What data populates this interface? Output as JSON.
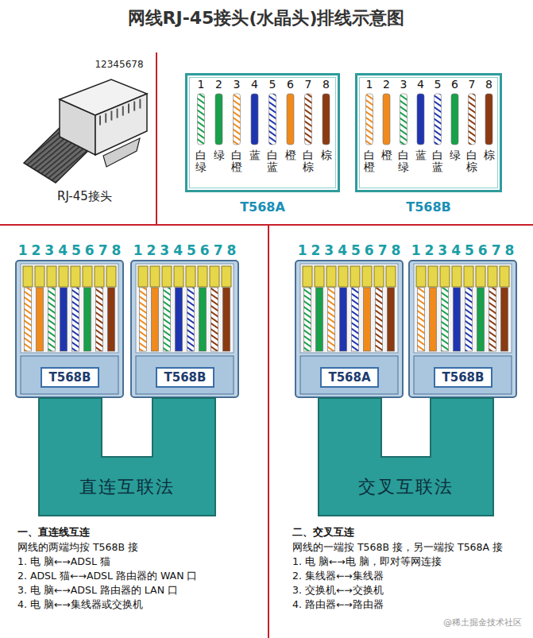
{
  "diagram": {
    "title": "网线RJ-45接头(水晶头)排线示意图",
    "nodes": [
      {
        "text": [
          "T568A"
        ]
      },
      {
        "text": [
          "T568B"
        ]
      },
      {
        "text": [
          "T568B"
        ]
      },
      {
        "text": [
          "T568B"
        ]
      },
      {
        "text": [
          "直连互联法"
        ]
      },
      {
        "text": [
          "T568A"
        ]
      },
      {
        "text": [
          "T568B"
        ]
      },
      {
        "text": [
          "交叉互联法"
        ]
      }
    ],
    "labels": [
      "12345678",
      "RJ-45接头",
      "1",
      "2",
      "3",
      "4",
      "5",
      "6",
      "7",
      "8",
      "白绿",
      "绿",
      "白橙",
      "蓝",
      "白蓝",
      "橙",
      "白棕",
      "棕",
      "1",
      "2",
      "3",
      "4",
      "5",
      "6",
      "7",
      "8",
      "白橙",
      "橙",
      "白绿",
      "蓝",
      "白蓝",
      "绿",
      "白棕",
      "棕",
      "12345678",
      "12345678",
      "12345678",
      "12345678",
      "一、直连线互连",
      "网线的两端均按 T568B 接",
      "1. 电 脑←→ADSL 猫",
      "2. ADSL 猫←→ADSL 路由器的 WAN 口",
      "3. 电 脑←→ADSL 路由器的 LAN 口",
      "4. 电 脑←→集线器或交换机",
      "二、交叉互连",
      "网线的一端按 T568B 接，另一端按 T568A 接",
      "1. 电 脑←→电 脑，即对等网连接",
      "2. 集线器←→集线器",
      "3. 交换机←→交换机",
      "4. 路由器←→路由器",
      "@稀土掘金技术社区"
    ]
  }
}
